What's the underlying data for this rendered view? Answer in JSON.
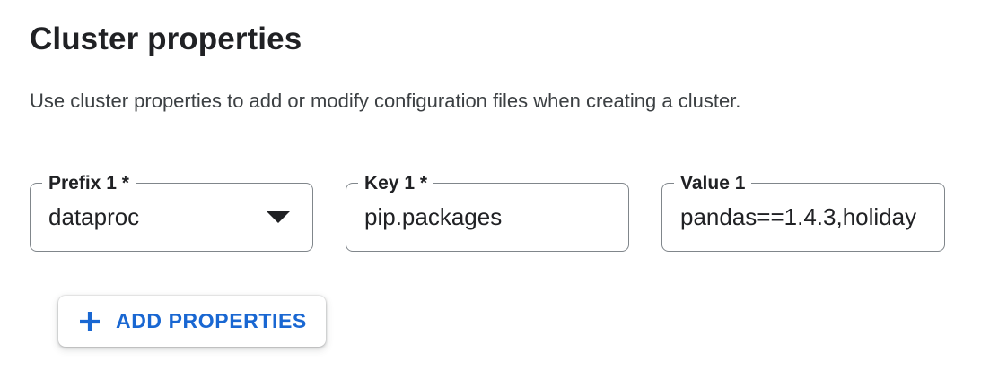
{
  "section": {
    "title": "Cluster properties",
    "description": "Use cluster properties to add or modify configuration files when creating a cluster."
  },
  "fields": {
    "prefix": {
      "label": "Prefix 1 *",
      "value": "dataproc",
      "control": "dropdown-select",
      "icon": "dropdown-arrow-icon"
    },
    "key": {
      "label": "Key 1 *",
      "value": "pip.packages",
      "control": "text-input"
    },
    "value": {
      "label": "Value 1",
      "value": "pandas==1.4.3,holiday",
      "control": "text-input"
    }
  },
  "actions": {
    "add_properties": {
      "label": "ADD PROPERTIES",
      "icon": "plus-icon"
    }
  },
  "colors": {
    "accent_blue": "#1967d2",
    "field_border": "#80868b",
    "text_primary": "#202124",
    "text_secondary": "#3c4043"
  }
}
